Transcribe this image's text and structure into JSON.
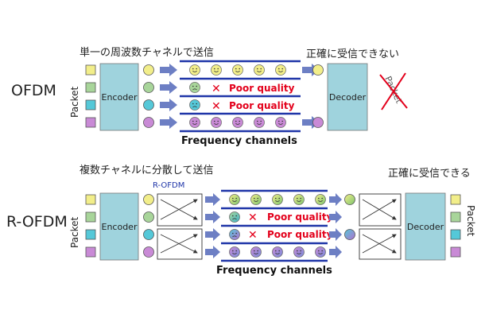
{
  "colors": {
    "channel_line": "#1f35a8",
    "box_fill": "#9fd3dd",
    "arrow_fill": "#6d7fc4",
    "poor": "#e3001b",
    "face": "#f2ee55",
    "packet_colors": [
      "#f2ee8a",
      "#a8d59a",
      "#55c8d8",
      "#c98ad6"
    ]
  },
  "ofdm": {
    "label": "OFDM",
    "packet_label": "Packet",
    "top_caption": "単一の周波数チャネルで送信",
    "right_caption": "正確に受信できない",
    "encoder": "Encoder",
    "decoder": "Decoder",
    "crossed_label": "Packet",
    "channels_caption": "Frequency channels",
    "poor_1": "Poor quality",
    "poor_2": "Poor quality"
  },
  "rofdm": {
    "label": "R-OFDM",
    "packet_label": "Packet",
    "top_caption": "複数チャネルに分散して送信",
    "sub_caption": "R-OFDM",
    "right_caption": "正確に受信できる",
    "encoder": "Encoder",
    "decoder": "Decoder",
    "channels_caption": "Frequency channels",
    "poor_1": "Poor quality",
    "poor_2": "Poor quality"
  }
}
